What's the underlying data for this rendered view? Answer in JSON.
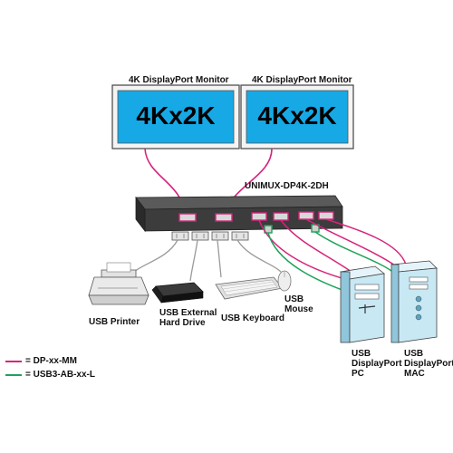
{
  "monitors": [
    {
      "title": "4K DisplayPort Monitor",
      "screen_text": "4Kx2K"
    },
    {
      "title": "4K DisplayPort Monitor",
      "screen_text": "4Kx2K"
    }
  ],
  "switch": {
    "model": "UNIMUX-DP4K-2DH"
  },
  "peripherals": {
    "printer": "USB Printer",
    "hard_drive_line1": "USB External",
    "hard_drive_line2": "Hard Drive",
    "keyboard": "USB Keyboard",
    "mouse_line1": "USB",
    "mouse_line2": "Mouse"
  },
  "computers": [
    {
      "line1": "USB",
      "line2": "DisplayPort",
      "line3": "PC"
    },
    {
      "line1": "USB",
      "line2": "DisplayPort",
      "line3": "MAC"
    }
  ],
  "legend": [
    {
      "text": "= DP-xx-MM",
      "color": "#d6247c"
    },
    {
      "text": "= USB3-AB-xx-L",
      "color": "#1fa35a"
    }
  ],
  "colors": {
    "dp_cable": "#d6247c",
    "usb_cable": "#1fa35a",
    "monitor_screen": "#17a9e6",
    "device_body": "#3c3c3c",
    "computer_case": "#c8e8f4",
    "cable_gray": "#9a9a9a"
  }
}
